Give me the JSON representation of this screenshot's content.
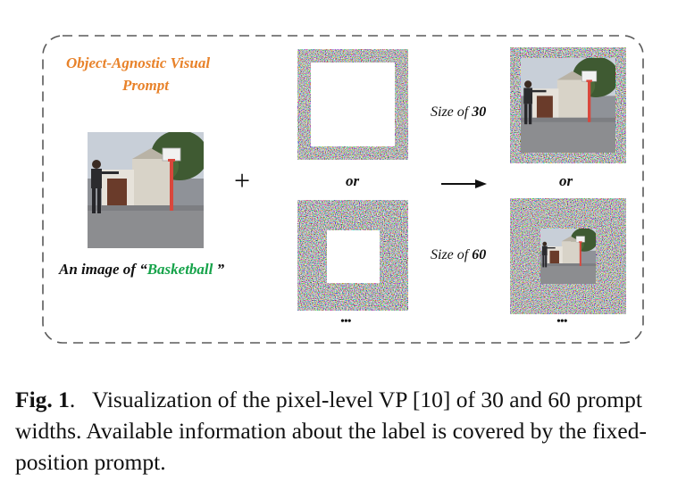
{
  "figure": {
    "title_line1": "Object-Agnostic Visual",
    "title_line2": "Prompt",
    "image_caption_prefix": "An image of",
    "open_quote": "“",
    "class_name": "Basketball",
    "close_quote": "”",
    "plus_symbol": "+",
    "or_left": "or",
    "or_right": "or",
    "size_30_prefix": "Size of",
    "size_30_value": "30",
    "size_60_prefix": "Size of",
    "size_60_value": "60",
    "ellipsis_left": "•••",
    "ellipsis_right": "•••",
    "colors": {
      "title": "#E8822A",
      "class_name": "#16A34A",
      "border": "#5a5a5a"
    }
  },
  "caption": {
    "label": "Fig. 1",
    "text": ".   Visualization of the pixel-level VP [10] of 30 and 60 prompt widths. Available information about the label is covered by the fixed-position prompt."
  }
}
